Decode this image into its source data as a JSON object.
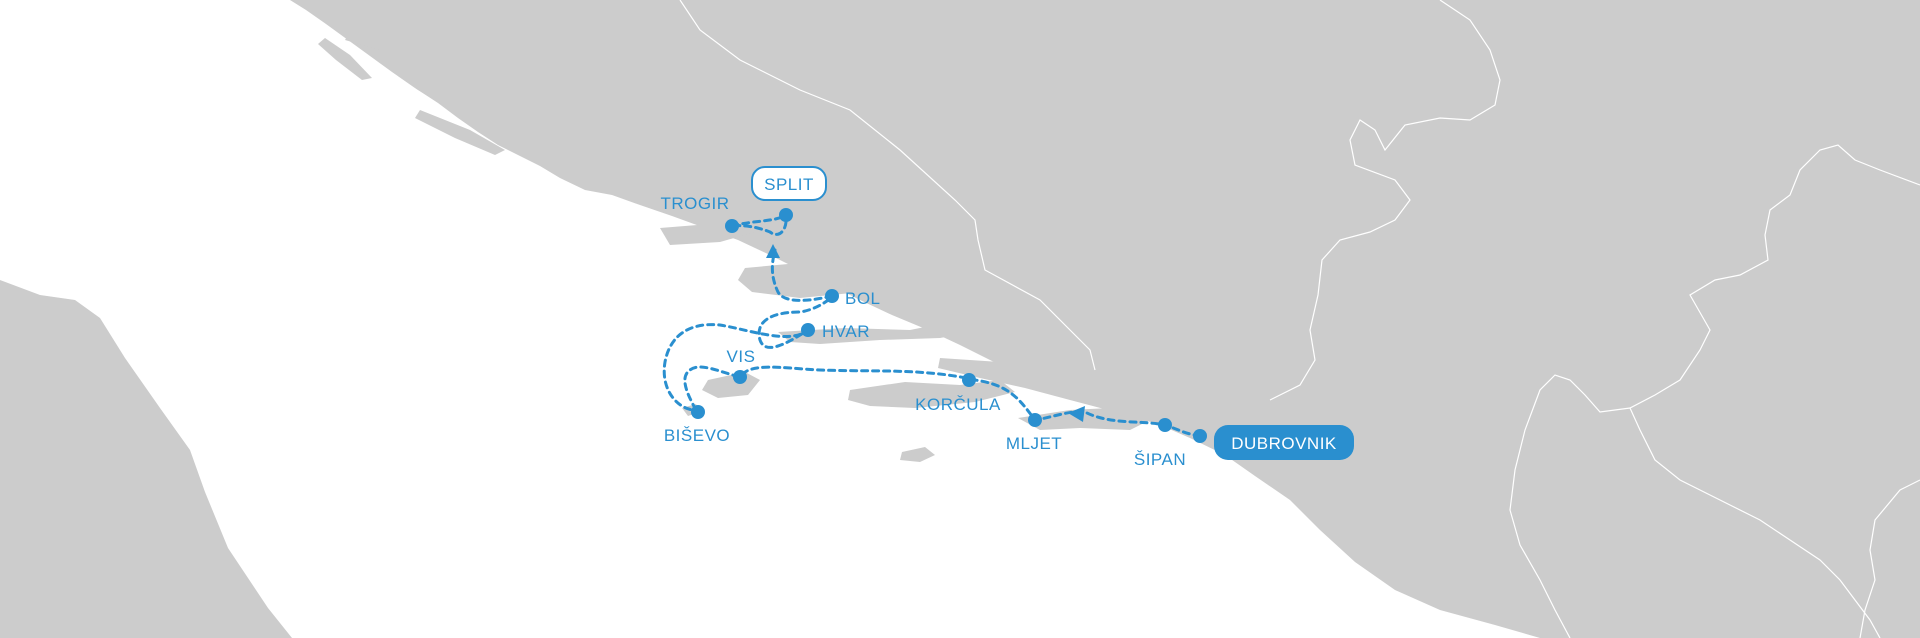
{
  "colors": {
    "accent": "#2a8fcf",
    "land": "#cccccc",
    "sea": "#ffffff",
    "border": "#ffffff"
  },
  "route": {
    "start": "DUBROVNIK",
    "end": "SPLIT",
    "direction": "Dubrovnik to Split"
  },
  "stops": [
    {
      "id": "dubrovnik",
      "label": "DUBROVNIK",
      "style": "filled-pill"
    },
    {
      "id": "sipan",
      "label": "ŠIPAN",
      "style": "plain"
    },
    {
      "id": "mljet",
      "label": "MLJET",
      "style": "plain"
    },
    {
      "id": "korcula",
      "label": "KORČULA",
      "style": "plain"
    },
    {
      "id": "vis",
      "label": "VIS",
      "style": "plain"
    },
    {
      "id": "bisevo",
      "label": "BIŠEVO",
      "style": "plain"
    },
    {
      "id": "hvar",
      "label": "HVAR",
      "style": "plain"
    },
    {
      "id": "bol",
      "label": "BOL",
      "style": "plain"
    },
    {
      "id": "split",
      "label": "SPLIT",
      "style": "outlined-pill"
    },
    {
      "id": "trogir",
      "label": "TROGIR",
      "style": "plain"
    }
  ]
}
